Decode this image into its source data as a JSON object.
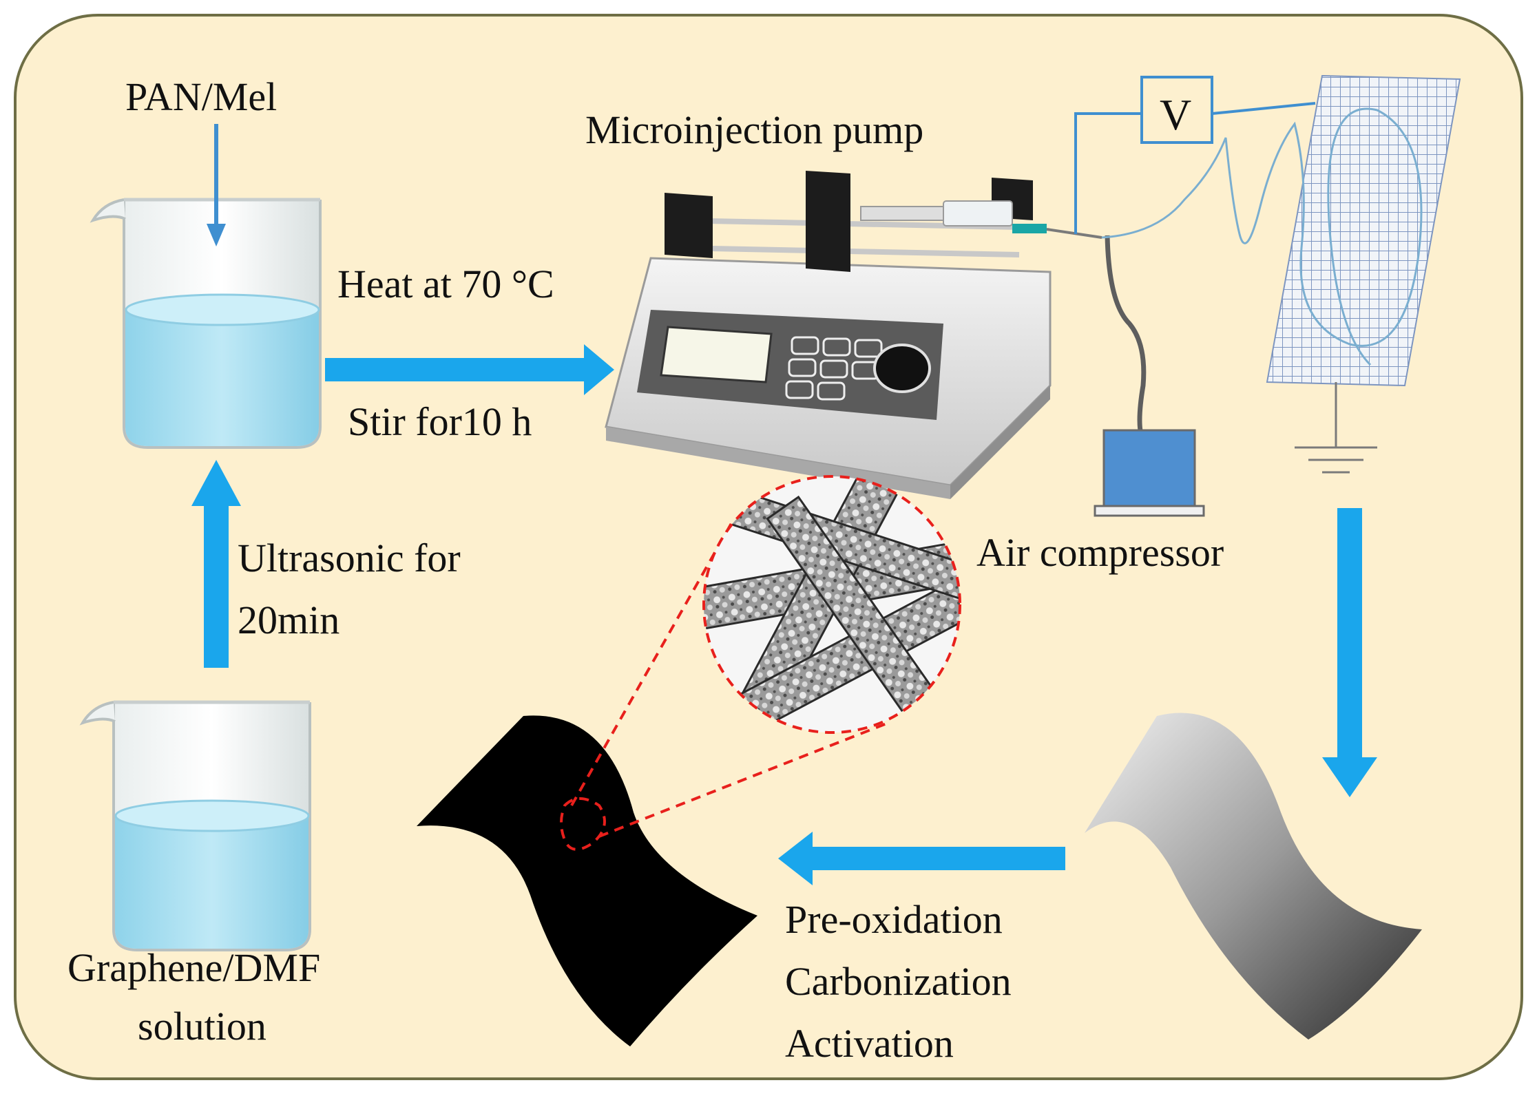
{
  "labels": {
    "pan_mel": "PAN/Mel",
    "pump": "Microinjection pump",
    "heat": "Heat at 70 °C",
    "stir": "Stir for10 h",
    "ultrasonic_1": "Ultrasonic for",
    "ultrasonic_2": "20min",
    "graphene_1": "Graphene/DMF",
    "graphene_2": "solution",
    "air": "Air compressor",
    "step_1": "Pre-oxidation",
    "step_2": "Carbonization",
    "step_3": "Activation",
    "voltmeter": "V"
  },
  "colors": {
    "background": "#fdf0cf",
    "border": "#6e6e45",
    "arrow": "#1aa6ec",
    "liquid": "#a9dff0",
    "wire": "#3f8fd0",
    "compressor": "#4f8fd0",
    "zoom": "#e8201c",
    "mat": "#000000"
  },
  "icons": {
    "beaker": "beaker-icon",
    "pump": "syringe-pump-icon",
    "collector": "collector-mesh-icon",
    "compressor": "air-compressor-icon",
    "ground": "ground-icon",
    "fibers": "nanofiber-zoom-icon"
  }
}
